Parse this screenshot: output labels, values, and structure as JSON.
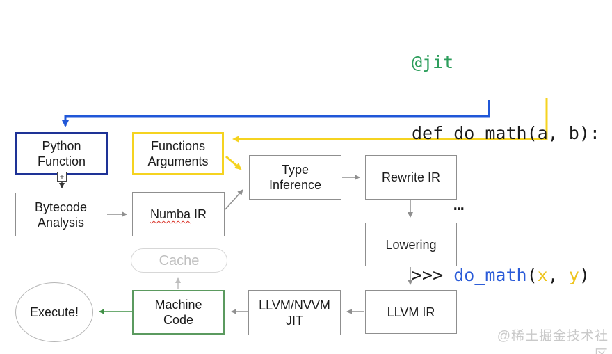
{
  "code_panel": {
    "decorator": "@jit",
    "def_line": "def do_math(a, b):",
    "body_ellipsis": "    …",
    "repl_prompt": ">>> ",
    "call_fn": "do_math",
    "paren_open": "(",
    "arg_x": "x",
    "separator": ", ",
    "arg_y": "y",
    "paren_close": ")"
  },
  "diagram": {
    "nodes": {
      "python_function": "Python\nFunction",
      "functions_arguments": "Functions\nArguments",
      "bytecode_analysis": "Bytecode\nAnalysis",
      "numba_ir_word": "Numba",
      "numba_ir_rest": " IR",
      "type_inference": "Type\nInference",
      "rewrite_ir": "Rewrite IR",
      "lowering": "Lowering",
      "llvm_ir": "LLVM IR",
      "llvm_nvvm_jit": "LLVM/NVVM\nJIT",
      "machine_code": "Machine\nCode",
      "cache": "Cache",
      "execute": "Execute!"
    }
  },
  "icons": {
    "expand_plus": "+"
  },
  "watermark": "@稀土掘金技术社区",
  "colors": {
    "arrow_blue": "#2057d8",
    "python_box_border": "#1e3296",
    "yellow": "#f5d320",
    "machine_code_border": "#5b9a5f",
    "arrow_green": "#3f9045",
    "code_green": "#2d9e5c",
    "code_blue": "#2a5bd8",
    "code_gold": "#eec41d",
    "gray_border": "#8f8f8f",
    "spellcheck_red": "#d93025"
  }
}
